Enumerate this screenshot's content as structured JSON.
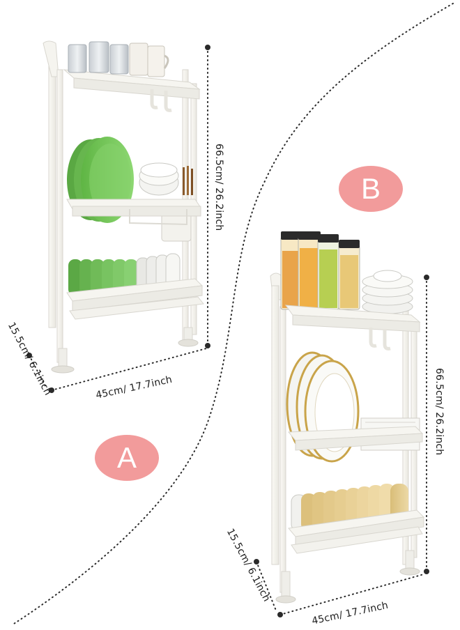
{
  "product_a": {
    "badge": "A",
    "height_label": "66.5cm/ 26.2inch",
    "width_label": "45cm/ 17.7inch",
    "depth_label": "15.5cm/ 6.1inch"
  },
  "product_b": {
    "badge": "B",
    "height_label": "66.5cm/ 26.2inch",
    "width_label": "45cm/ 17.7inch",
    "depth_label": "15.5cm/ 6.1inch"
  },
  "colors": {
    "badge_fill": "#f29b9b",
    "rack_white": "#f7f6f2",
    "rack_outline": "#d8d6cf",
    "dotted_line": "#2a2a2a",
    "plate_green": "#79c95e",
    "bowl_tan": "#e2c98a",
    "gold_rim": "#c9a44a"
  },
  "icons": [
    "dish-rack-a-illustration",
    "dish-rack-b-illustration",
    "spaghetti-jar-icon",
    "green-plate-icon",
    "utensil-holder-icon"
  ]
}
